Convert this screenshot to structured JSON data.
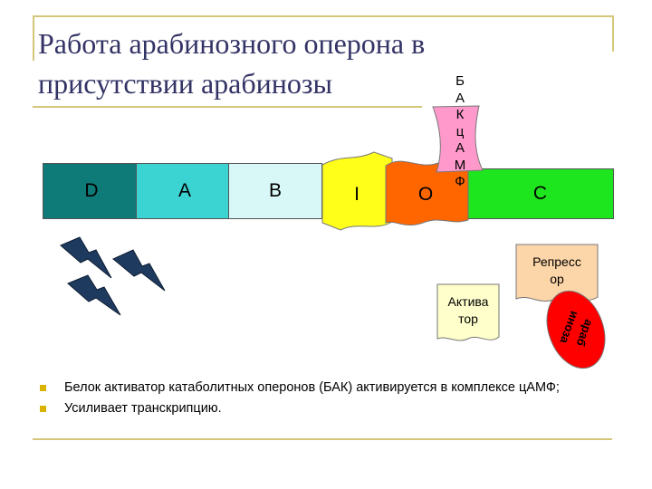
{
  "title": "Работа арабинозного оперона в присутствии арабинозы",
  "genes": {
    "d": "D",
    "a": "A",
    "b": "B",
    "i": "I",
    "o": "O",
    "c": "C"
  },
  "bak_letters": [
    "Б",
    "А",
    "К",
    "ц",
    "А",
    "М",
    "Ф"
  ],
  "repressor": {
    "line1": "Репресс",
    "line2": "ор"
  },
  "activator": {
    "line1": "Актива",
    "line2": "тор"
  },
  "arabinose": {
    "line1": "араб",
    "line2": "иноза"
  },
  "bullets": [
    "Белок активатор катаболитных оперонов (БАК) активируется в комплексе цАМФ;",
    "Усиливает транскрипцию."
  ],
  "icons": [
    "lightning-bolt-icon"
  ],
  "colors": {
    "title": "#333366",
    "gene_d": "#0f7b78",
    "gene_a": "#3cd3d3",
    "gene_b": "#d8f7f7",
    "gene_i": "#ffff1a",
    "gene_o": "#ff6600",
    "gene_c": "#1ee61e",
    "bak": "#ff99cc",
    "repressor": "#fcd5a8",
    "activator": "#ffffcc",
    "arabinose": "#ff0000",
    "lightning": "#1f3a5f",
    "rule": "#d4c77a",
    "bullet_marker": "#d9b300"
  }
}
